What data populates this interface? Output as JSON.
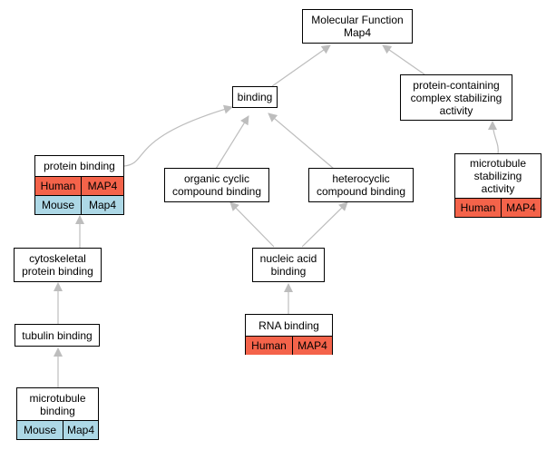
{
  "colors": {
    "human": "#f4634a",
    "mouse": "#add8e6",
    "edge": "#bdbdbd"
  },
  "nodes": {
    "root": {
      "label": "Molecular Function\nMap4"
    },
    "binding": {
      "label": "binding"
    },
    "pcsa": {
      "label": "protein-containing\ncomplex stabilizing\nactivity"
    },
    "protein": {
      "label": "protein binding",
      "rows": [
        {
          "species": "Human",
          "gene": "MAP4"
        },
        {
          "species": "Mouse",
          "gene": "Map4"
        }
      ]
    },
    "organic": {
      "label": "organic cyclic\ncompound binding"
    },
    "hetero": {
      "label": "heterocyclic\ncompound binding"
    },
    "mtstab": {
      "label": "microtubule\nstabilizing\nactivity",
      "rows": [
        {
          "species": "Human",
          "gene": "MAP4"
        }
      ]
    },
    "cyto": {
      "label": "cytoskeletal\nprotein binding"
    },
    "nucleic": {
      "label": "nucleic acid\nbinding"
    },
    "tubulin": {
      "label": "tubulin binding"
    },
    "rna": {
      "label": "RNA binding",
      "rows": [
        {
          "species": "Human",
          "gene": "MAP4"
        }
      ]
    },
    "mtbind": {
      "label": "microtubule\nbinding",
      "rows": [
        {
          "species": "Mouse",
          "gene": "Map4"
        }
      ]
    }
  }
}
